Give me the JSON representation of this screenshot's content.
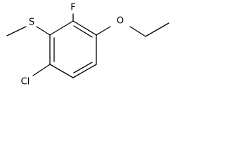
{
  "molecule": {
    "atoms": {
      "sulfur": "S",
      "fluorine": "F",
      "oxygen": "O",
      "chlorine": "Cl"
    }
  }
}
